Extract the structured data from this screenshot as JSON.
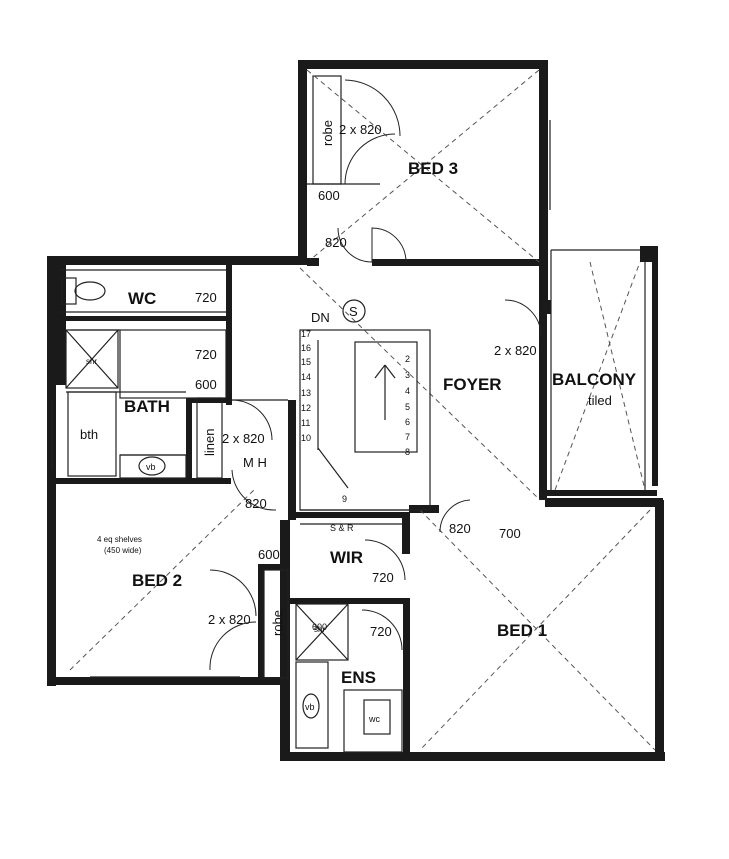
{
  "rooms": {
    "bed3": "BED 3",
    "wc": "WC",
    "bath": "BATH",
    "foyer": "FOYER",
    "balcony": "BALCONY",
    "balcony_note": "tiled",
    "wir": "WIR",
    "bed2": "BED 2",
    "bed1": "BED 1",
    "ens": "ENS"
  },
  "fixtures": {
    "robe_bed3": "robe",
    "robe_bed2": "robe",
    "linen": "linen",
    "bth": "bth",
    "vb_bath": "vb",
    "vb_ens": "vb",
    "wc_ens": "wc",
    "mh": "M H",
    "shelves_line1": "4 eq shelves",
    "shelves_line2": "(450 wide)",
    "sr": "S & R",
    "stair_dn": "DN",
    "smoke": "S",
    "shr": "shr"
  },
  "dimensions": {
    "bed3_robe": "2 x 820",
    "bed3_600": "600",
    "bed3_door": "820",
    "wc_720": "720",
    "bath_720": "720",
    "bath_600": "600",
    "linen_door": "2 x 820",
    "bed2_door": "820",
    "bed2_600": "600",
    "bed2_robe": "2 x 820",
    "balcony_door": "2 x 820",
    "bed1_door": "820",
    "bed1_700": "700",
    "wir_720": "720",
    "ens_720": "720",
    "ens_600": "600"
  },
  "stairs": {
    "left": [
      "17",
      "16",
      "15",
      "14",
      "13",
      "12",
      "11",
      "10"
    ],
    "right": [
      "2",
      "3",
      "4",
      "5",
      "6",
      "7",
      "8"
    ],
    "bottom": "9"
  }
}
